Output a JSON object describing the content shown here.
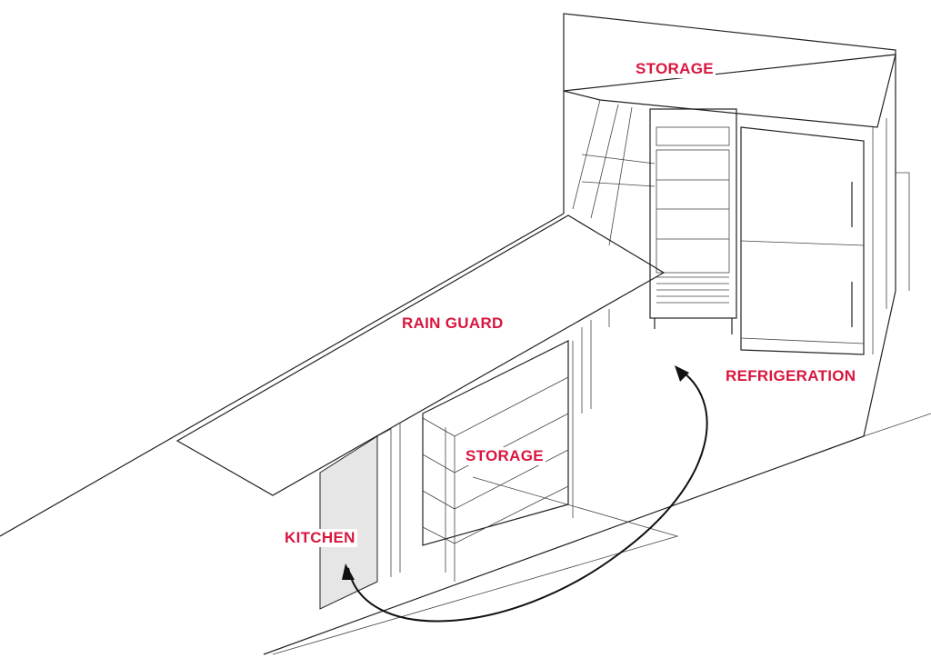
{
  "labels": {
    "storage_top": "STORAGE",
    "rain_guard": "RAIN GUARD",
    "refrigeration": "REFRIGERATION",
    "storage_shelves": "STORAGE",
    "kitchen": "KITCHEN"
  },
  "colors": {
    "label": "#d8173f",
    "line": "#222222",
    "kitchen_fill": "#e6e6e6"
  }
}
